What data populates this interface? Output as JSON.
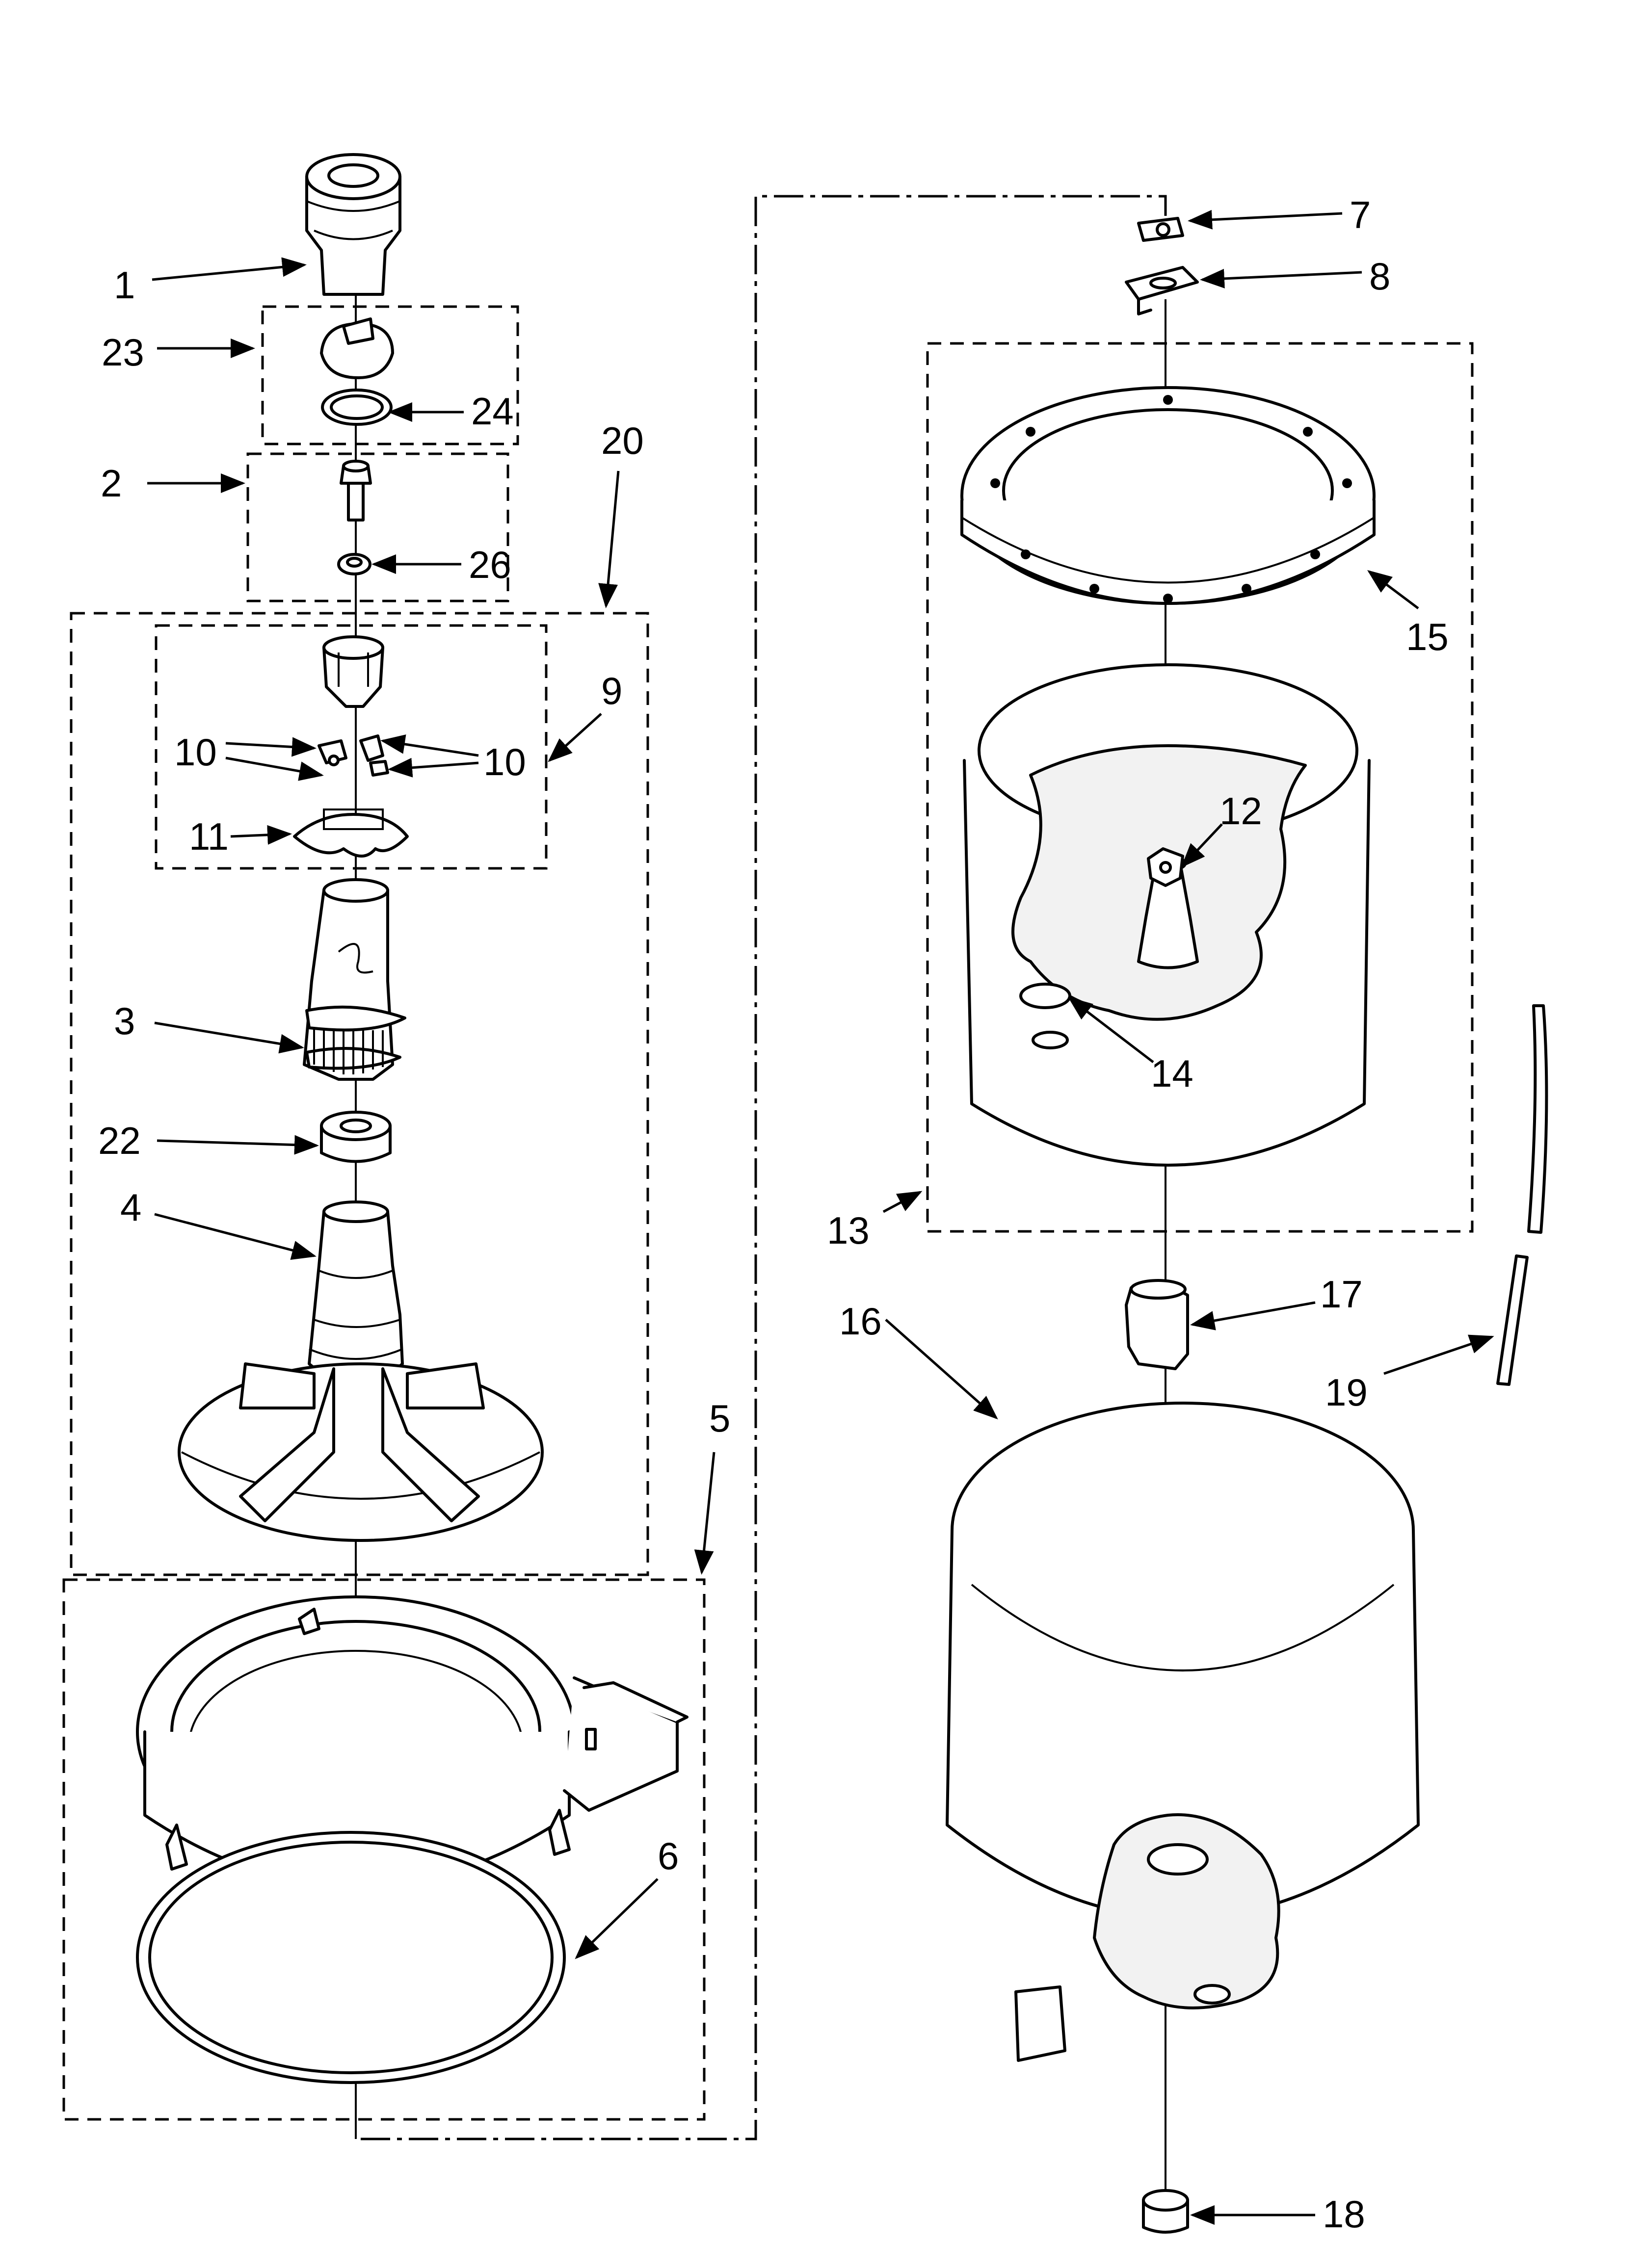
{
  "callouts": {
    "c1": "1",
    "c2": "2",
    "c3": "3",
    "c4": "4",
    "c5": "5",
    "c6": "6",
    "c7": "7",
    "c8": "8",
    "c9": "9",
    "c10a": "10",
    "c10b": "10",
    "c11": "11",
    "c12": "12",
    "c13": "13",
    "c14": "14",
    "c15": "15",
    "c16": "16",
    "c17": "17",
    "c18": "18",
    "c19": "19",
    "c20": "20",
    "c22": "22",
    "c23": "23",
    "c24": "24",
    "c26": "26"
  },
  "colors": {
    "line": "#000000",
    "background": "#ffffff"
  }
}
